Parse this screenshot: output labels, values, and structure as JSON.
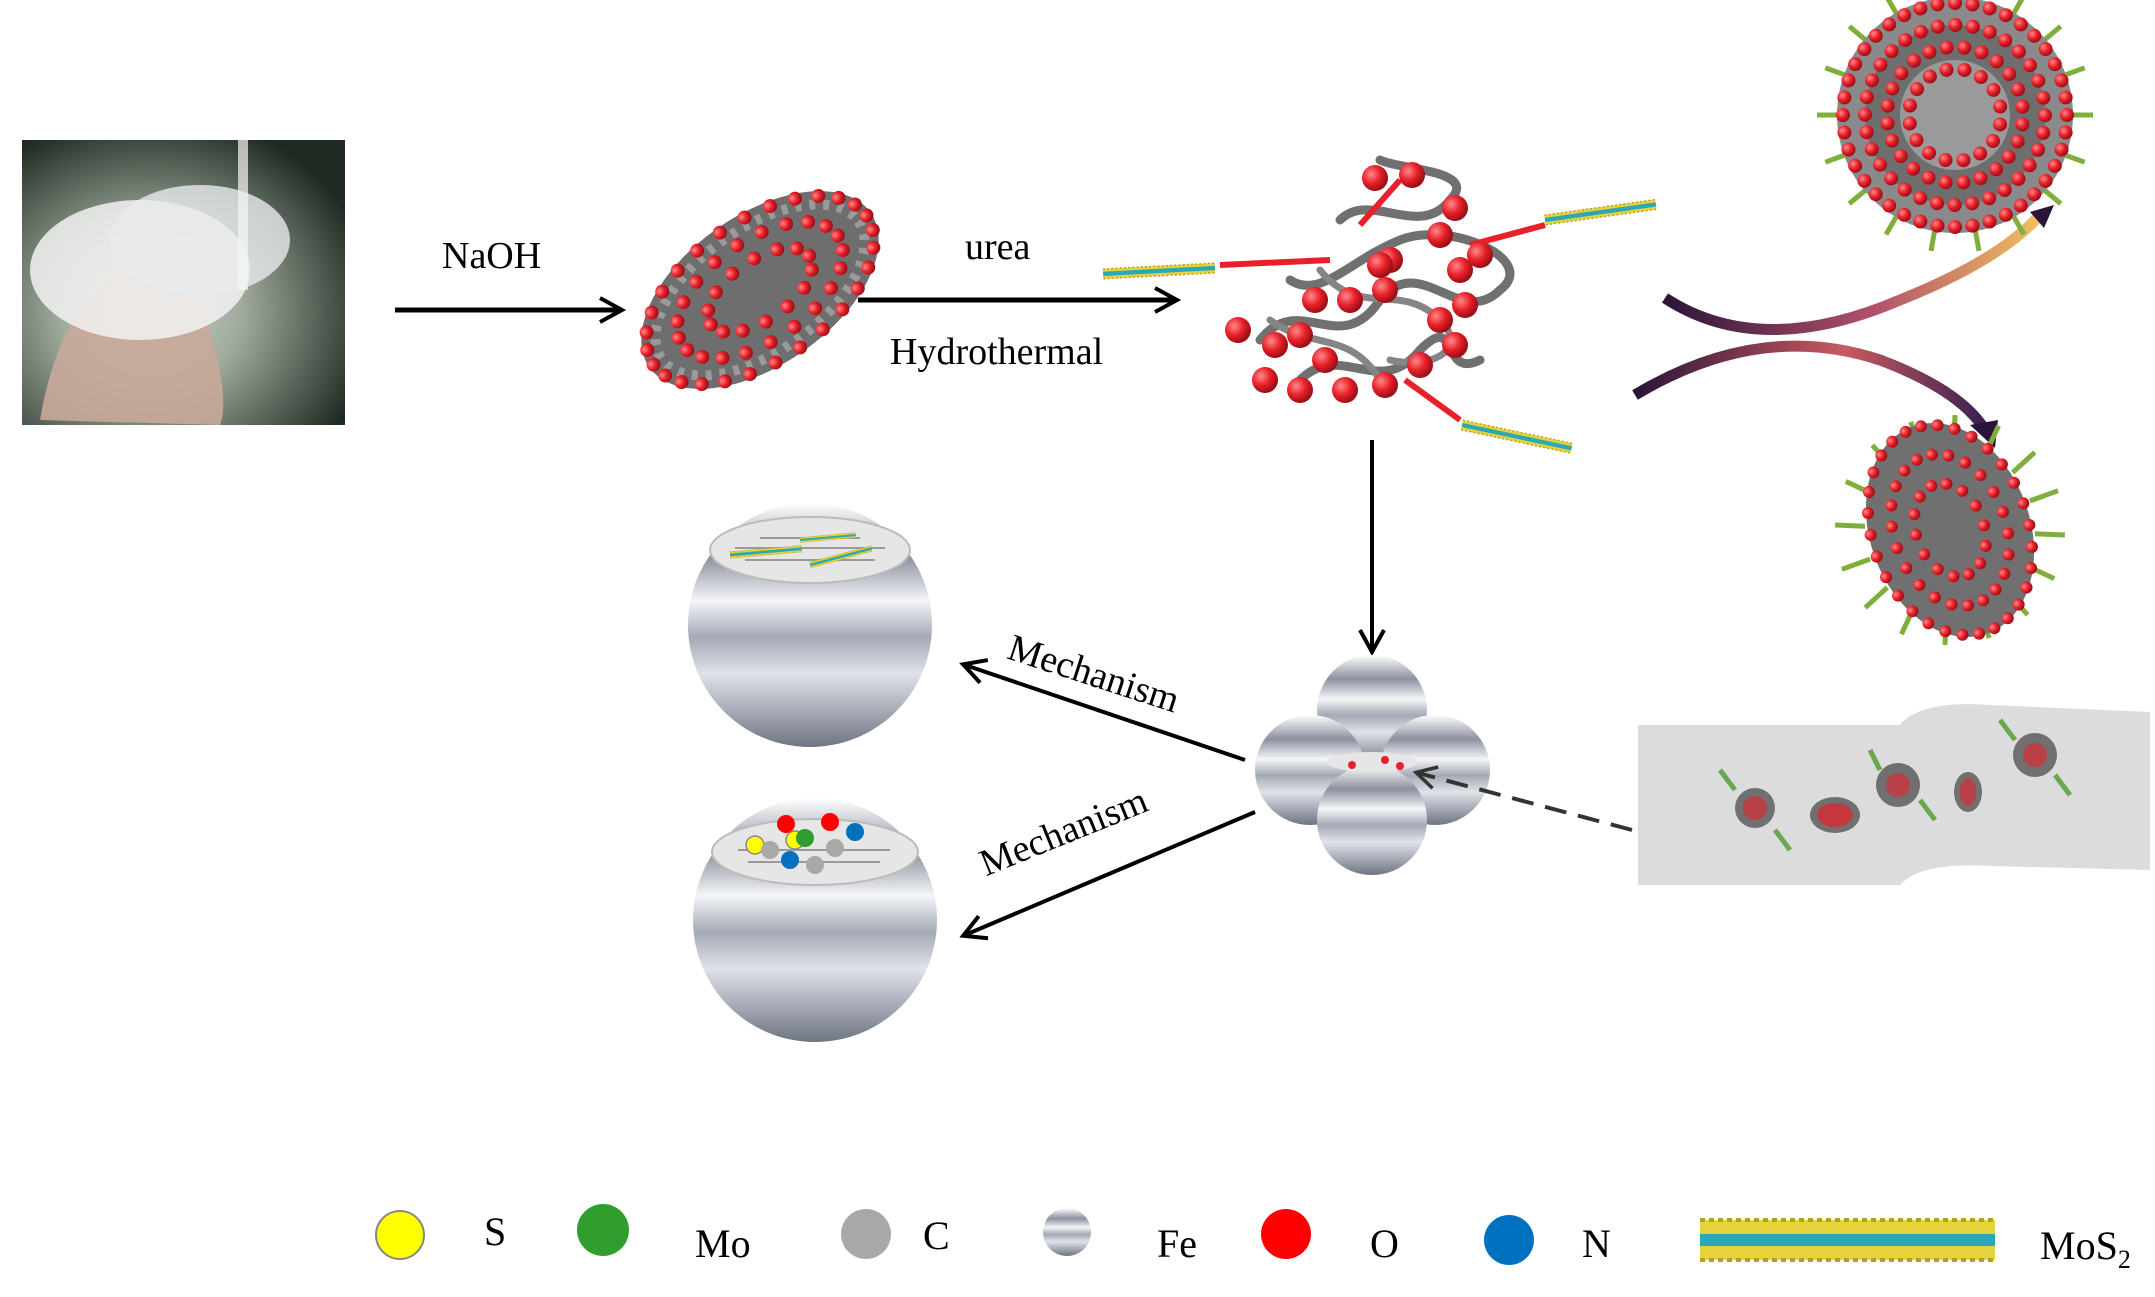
{
  "steps": {
    "naoh": "NaOH",
    "urea": "urea",
    "hydrothermal": "Hydrothermal",
    "mechanism_top": "Mechanism",
    "mechanism_bottom": "Mechanism"
  },
  "legend": [
    {
      "label": "S",
      "icon": "sulfur-atom-icon",
      "color": "#ffff00"
    },
    {
      "label": "Mo",
      "icon": "molybdenum-atom-icon",
      "color": "#2f9e2f"
    },
    {
      "label": "C",
      "icon": "carbon-atom-icon",
      "color": "#a8a8a8"
    },
    {
      "label": "Fe",
      "icon": "iron-sphere-icon",
      "color": "#8a8f9c"
    },
    {
      "label": "O",
      "icon": "oxygen-atom-icon",
      "color": "#ff0000"
    },
    {
      "label": "N",
      "icon": "nitrogen-atom-icon",
      "color": "#0070c0"
    }
  ],
  "mos2_label": {
    "base": "MoS",
    "sub": "2"
  },
  "colors": {
    "oxygen": "#e8202a",
    "fiber": "#6e6e6e",
    "steel_dark": "#7d8291",
    "steel_light": "#f2f3f6",
    "film": "#dcdcdc",
    "arrow_grad_start": "#3a1f4a",
    "arrow_grad_end": "#f0a040"
  }
}
